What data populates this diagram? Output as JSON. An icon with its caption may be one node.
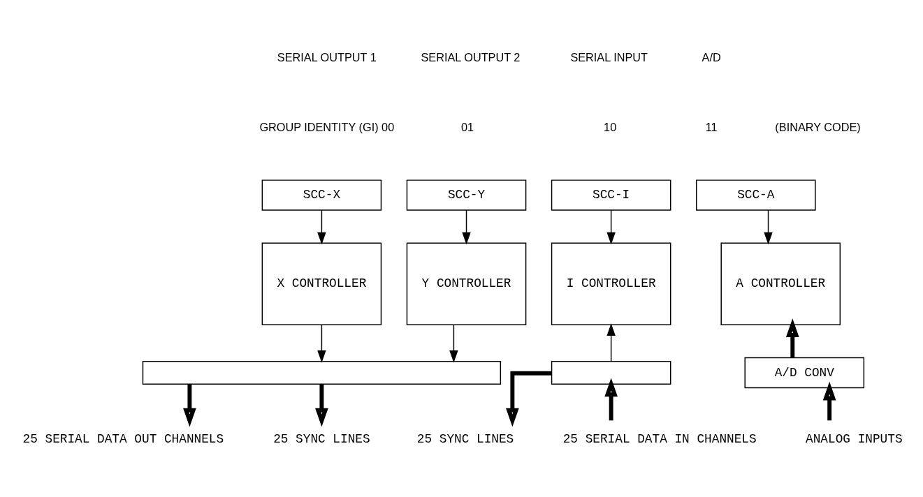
{
  "diagram": {
    "nodes": [
      {
        "text": [
          "SCC-X"
        ]
      },
      {
        "text": [
          "SCC-Y"
        ]
      },
      {
        "text": [
          "SCC-I"
        ]
      },
      {
        "text": [
          "SCC-A"
        ]
      },
      {
        "text": [
          "X CONTROLLER"
        ]
      },
      {
        "text": [
          "Y CONTROLLER"
        ]
      },
      {
        "text": [
          "I CONTROLLER"
        ]
      },
      {
        "text": [
          "A CONTROLLER"
        ]
      },
      {
        "text": [],
        "shape": "bar"
      },
      {
        "text": [],
        "shape": "bar"
      },
      {
        "text": [
          "A/D CONV"
        ]
      },
      {
        "text": [
          "25 SERIAL DATA OUT CHANNELS"
        ]
      },
      {
        "text": [
          "25 SYNC LINES"
        ]
      },
      {
        "text": [
          "25 SYNC LINES"
        ]
      },
      {
        "text": [
          "25 SERIAL DATA IN CHANNELS"
        ]
      },
      {
        "text": [
          "ANALOG INPUTS"
        ]
      }
    ],
    "edges": [
      {
        "from": 0,
        "to": 4,
        "arrow": "to"
      },
      {
        "from": 1,
        "to": 5,
        "arrow": "to"
      },
      {
        "from": 2,
        "to": 6,
        "arrow": "to"
      },
      {
        "from": 3,
        "to": 7,
        "arrow": "to"
      },
      {
        "from": 4,
        "to": 8,
        "arrow": "to"
      },
      {
        "from": 5,
        "to": 8,
        "arrow": "to"
      },
      {
        "from": 9,
        "to": 6,
        "arrow": "to"
      },
      {
        "from": 10,
        "to": 7,
        "arrow": "to",
        "style": "thick"
      },
      {
        "from": 8,
        "to": 11,
        "arrow": "to",
        "style": "thick"
      },
      {
        "from": 8,
        "to": 12,
        "arrow": "to",
        "style": "thick"
      },
      {
        "from": 9,
        "to": 13,
        "arrow": "to",
        "style": "thick"
      },
      {
        "from": 14,
        "to": 9,
        "arrow": "to",
        "style": "thick"
      },
      {
        "from": 15,
        "to": 10,
        "arrow": "to",
        "style": "thick"
      }
    ],
    "labels": [
      "SERIAL OUTPUT 1",
      "SERIAL OUTPUT 2",
      "SERIAL INPUT",
      "A/D",
      "GROUP IDENTITY (GI) 00",
      "01",
      "10",
      "11",
      "(BINARY CODE)"
    ]
  }
}
